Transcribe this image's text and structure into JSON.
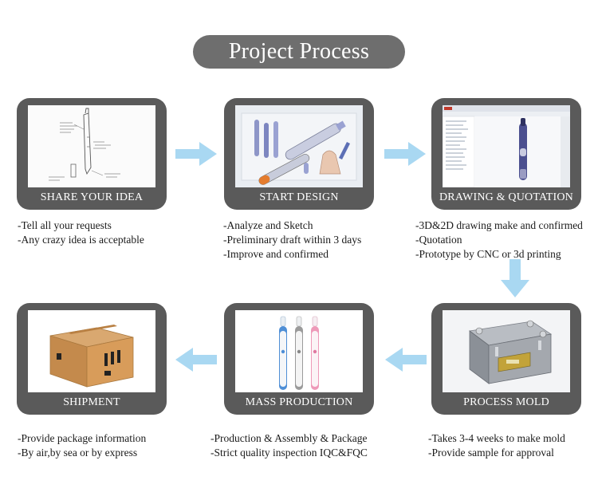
{
  "title": "Project Process",
  "colors": {
    "card": "#5a5a5a",
    "title_pill": "#6e6e6e",
    "arrow": "#a9d8f2"
  },
  "steps": [
    {
      "caption": "SHARE YOUR IDEA",
      "lines": [
        "-Tell all your requests",
        "-Any crazy idea is acceptable"
      ],
      "image": "hand-sketch-icon"
    },
    {
      "caption": "START DESIGN",
      "lines": [
        "-Analyze and Sketch",
        "-Preliminary draft within 3 days",
        "-Improve and confirmed"
      ],
      "image": "design-sketch-icon"
    },
    {
      "caption": "DRAWING & QUOTATION",
      "lines": [
        "-3D&2D drawing make and confirmed",
        "-Quotation",
        "-Prototype by CNC or 3d printing"
      ],
      "image": "cad-software-icon"
    },
    {
      "caption": "PROCESS MOLD",
      "lines": [
        "-Takes 3-4 weeks to make mold",
        "-Provide sample for approval"
      ],
      "image": "mold-icon"
    },
    {
      "caption": "MASS PRODUCTION",
      "lines": [
        "-Production & Assembly & Package",
        "-Strict quality inspection IQC&FQC"
      ],
      "image": "toothbrushes-icon"
    },
    {
      "caption": "SHIPMENT",
      "lines": [
        "-Provide package information",
        "-By air,by sea or by express"
      ],
      "image": "cardboard-box-icon"
    }
  ]
}
